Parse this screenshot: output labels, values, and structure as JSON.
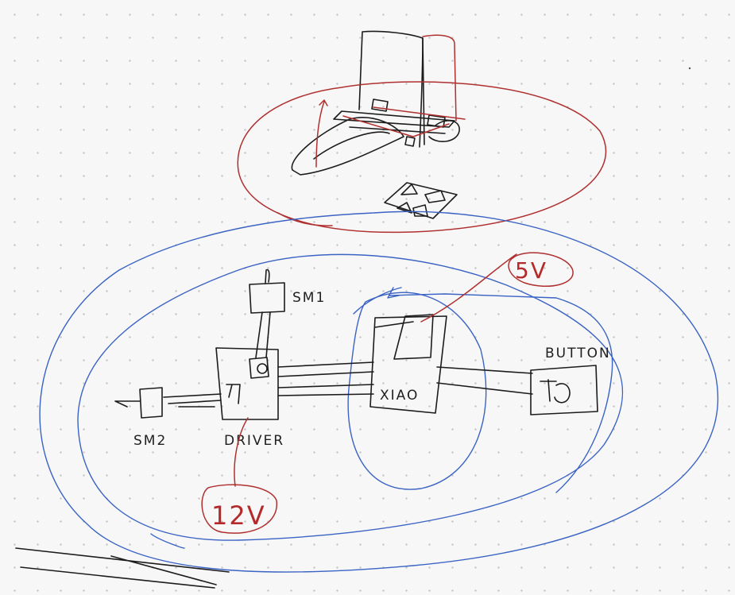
{
  "colors": {
    "ink": "#1c1c1c",
    "red": "#b03030",
    "blue": "#3a63c4",
    "paper": "#f7f7f7"
  },
  "labels": {
    "sm1": "SM1",
    "sm2": "SM2",
    "driver": "DRIVER",
    "xiao": "XIAO",
    "button": "BUTTON",
    "v5": "5V",
    "v12": "12V"
  }
}
